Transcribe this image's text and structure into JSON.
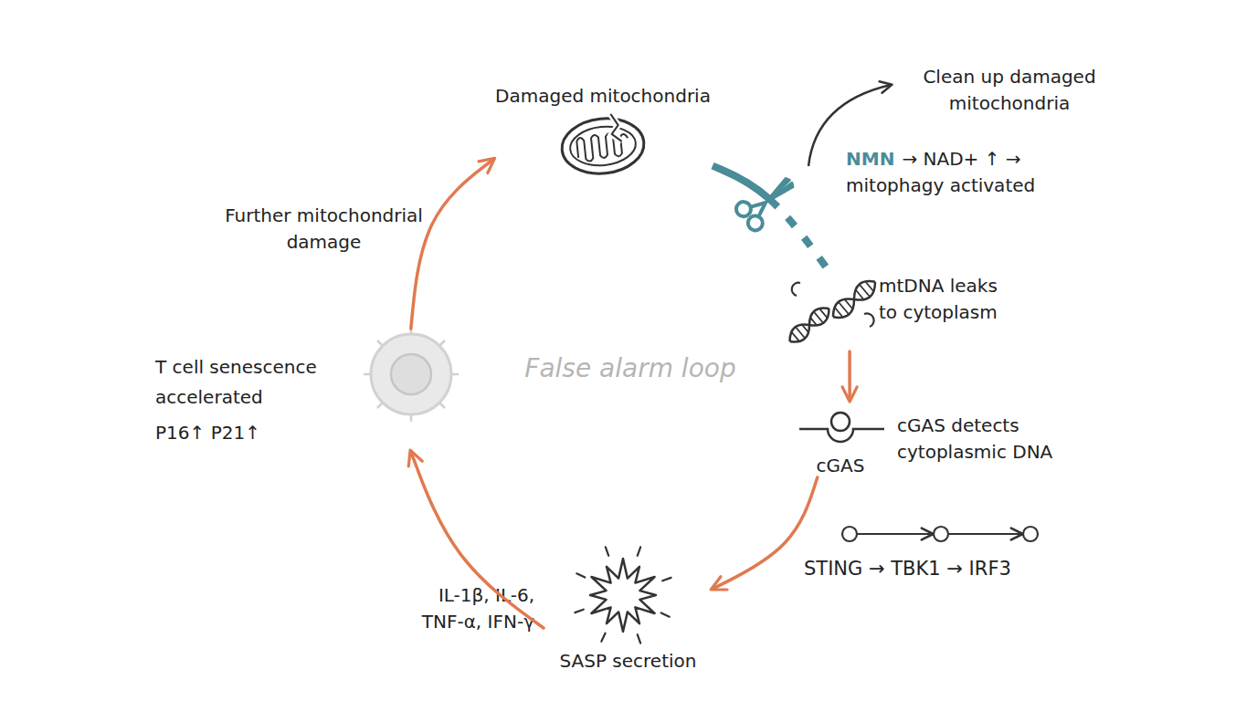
{
  "diagram": {
    "nodes": [
      {
        "text": [
          "Damaged mitochondria"
        ]
      },
      {
        "text": [
          "mtDNA leaks to cytoplasm"
        ]
      },
      {
        "text": [
          "cGAS",
          "cGAS detects cytoplasmic DNA"
        ]
      },
      {
        "text": [
          "SASP secretion",
          "IL-1β, IL-6, TNF-α, IFN-γ"
        ]
      },
      {
        "text": [
          "T cell senescence accelerated",
          "P16↑ P21↑"
        ]
      }
    ],
    "edges": [
      {
        "from": 0,
        "to": 1,
        "arrow": "none"
      },
      {
        "from": 1,
        "to": 2,
        "arrow": "to"
      },
      {
        "from": 2,
        "to": 3,
        "arrow": "to"
      },
      {
        "from": 3,
        "to": 4,
        "arrow": "to"
      },
      {
        "from": 4,
        "to": 0,
        "arrow": "to",
        "label": "Further mitochondrial damage"
      }
    ],
    "labels": [
      "Clean up damaged mitochondria",
      "NMN",
      "→ NAD+ ↑ → mitophagy activated",
      "STING → TBK1 → IRF3",
      "False alarm loop"
    ]
  }
}
